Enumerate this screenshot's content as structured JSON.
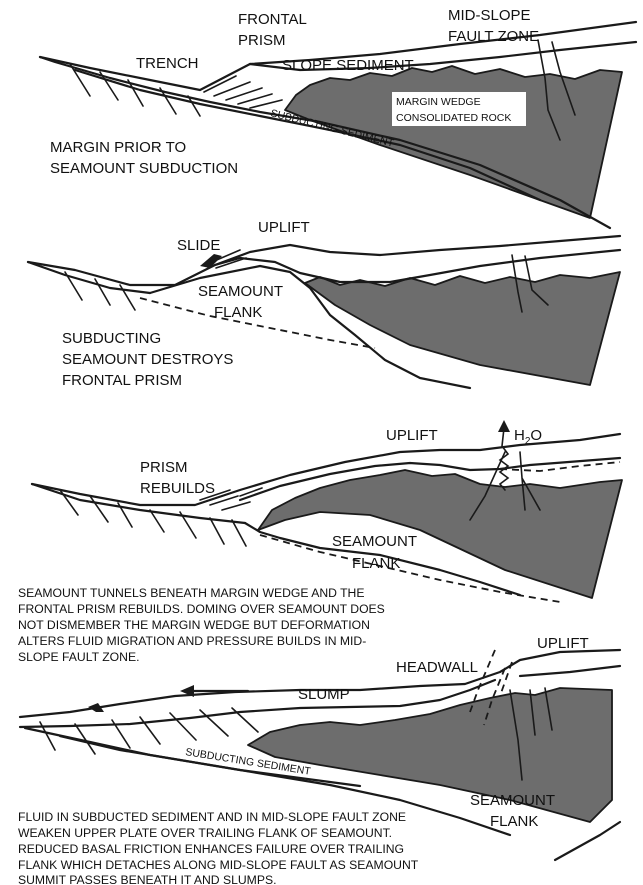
{
  "panel1": {
    "frontal_prism": [
      "FRONTAL",
      "PRISM"
    ],
    "mid_slope": [
      "MID-SLOPE",
      "FAULT ZONE"
    ],
    "trench": "TRENCH",
    "slope_sediment": "SLOPE SEDIMENT",
    "margin_wedge": [
      "MARGIN WEDGE",
      "CONSOLIDATED ROCK"
    ],
    "subducting_sediment": "SUBDUCTING SEDIMENT",
    "caption": [
      "MARGIN PRIOR TO",
      "SEAMOUNT SUBDUCTION"
    ]
  },
  "panel2": {
    "uplift": "UPLIFT",
    "slide": "SLIDE",
    "seamount_flank": [
      "SEAMOUNT",
      "FLANK"
    ],
    "caption": [
      "SUBDUCTING",
      "SEAMOUNT DESTROYS",
      "FRONTAL PRISM"
    ]
  },
  "panel3": {
    "uplift": "UPLIFT",
    "h2o_main": "H",
    "h2o_sub": "2",
    "h2o_tail": "O",
    "prism_rebuilds": [
      "PRISM",
      "REBUILDS"
    ],
    "seamount_flank": [
      "SEAMOUNT",
      "FLANK"
    ],
    "caption": [
      "SEAMOUNT TUNNELS BENEATH MARGIN WEDGE AND THE",
      "FRONTAL PRISM REBUILDS. DOMING OVER SEAMOUNT DOES",
      "NOT DISMEMBER THE MARGIN WEDGE BUT DEFORMATION",
      "ALTERS FLUID MIGRATION AND PRESSURE BUILDS IN MID-",
      "SLOPE FAULT ZONE."
    ]
  },
  "panel4": {
    "uplift": "UPLIFT",
    "headwall": "HEADWALL",
    "slump": "SLUMP",
    "subducting_sediment": "SUBDUCTING SEDIMENT",
    "seamount_flank": [
      "SEAMOUNT",
      "FLANK"
    ],
    "caption": [
      "FLUID IN SUBDUCTED SEDIMENT AND IN MID-SLOPE FAULT ZONE",
      "WEAKEN UPPER PLATE OVER TRAILING FLANK OF SEAMOUNT.",
      "REDUCED BASAL FRICTION ENHANCES FAILURE OVER TRAILING",
      "FLANK WHICH DETACHES ALONG MID-SLOPE FAULT AS SEAMOUNT",
      "SUMMIT PASSES BENEATH IT AND SLUMPS."
    ]
  }
}
